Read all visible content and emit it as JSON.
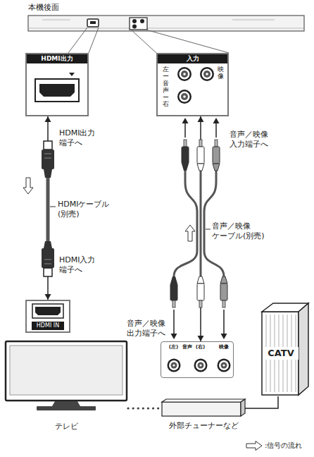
{
  "diagram": {
    "nodes": [
      {
        "text": [
          "本機後面"
        ]
      },
      {
        "text": [
          "HDMI出力"
        ]
      },
      {
        "text": [
          "入力",
          "左ー音声ー右",
          "映像"
        ]
      },
      {
        "text": [
          "HDMI IN"
        ]
      },
      {
        "text": [
          "テレビ"
        ]
      },
      {
        "text": [
          "(左)",
          "音声",
          "(右)",
          "映像"
        ]
      },
      {
        "text": [
          "外部チューナーなど"
        ]
      },
      {
        "text": [
          "CATV"
        ]
      }
    ],
    "edges": [
      {
        "from": 1,
        "to": 3,
        "arrow": "both",
        "label": "HDMIケーブル(別売)"
      },
      {
        "from": 5,
        "to": 2,
        "arrow": "both",
        "label": "音声／映像 ケーブル(別売)"
      },
      {
        "from": 4,
        "to": 6,
        "arrow": "none"
      },
      {
        "from": 7,
        "to": 6,
        "arrow": "none"
      }
    ],
    "labels": [
      "HDMI出力 端子へ",
      "HDMI入力 端子へ",
      "音声／映像 入力端子へ",
      "音声／映像 出力端子へ"
    ],
    "legend": [
      {
        "text": ":信号の流れ"
      }
    ]
  }
}
